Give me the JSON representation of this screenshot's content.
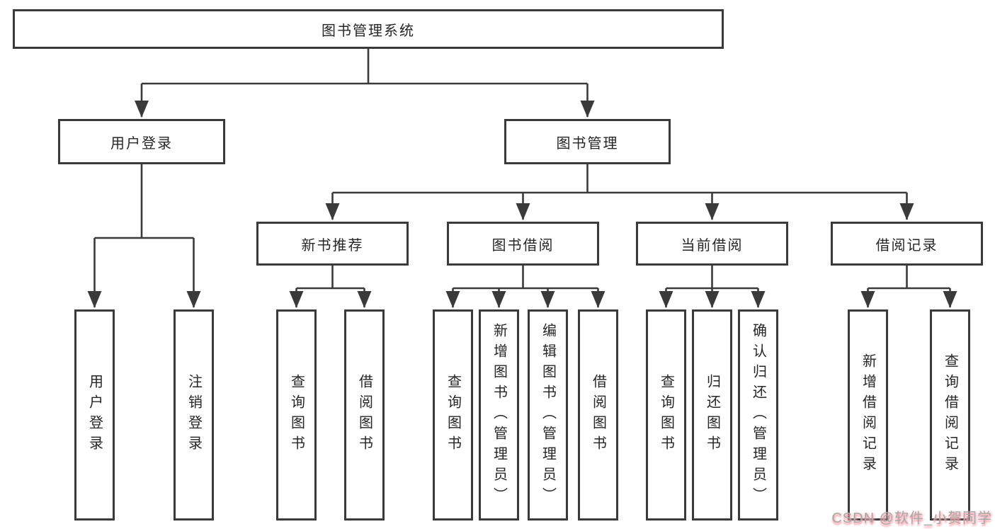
{
  "tree": {
    "label": "图书管理系统",
    "children": [
      {
        "label": "用户登录",
        "children": [
          {
            "label": "用户登录"
          },
          {
            "label": "注销登录"
          }
        ]
      },
      {
        "label": "图书管理",
        "children": [
          {
            "label": "新书推荐",
            "children": [
              {
                "label": "查询图书"
              },
              {
                "label": "借阅图书"
              }
            ]
          },
          {
            "label": "图书借阅",
            "children": [
              {
                "label": "查询图书"
              },
              {
                "label": "新增图书（管理员）"
              },
              {
                "label": "编辑图书（管理员）"
              },
              {
                "label": "借阅图书"
              }
            ]
          },
          {
            "label": "当前借阅",
            "children": [
              {
                "label": "查询图书"
              },
              {
                "label": "归还图书"
              },
              {
                "label": "确认归还（管理员）"
              }
            ]
          },
          {
            "label": "借阅记录",
            "children": [
              {
                "label": "新增借阅记录"
              },
              {
                "label": "查询借阅记录"
              }
            ]
          }
        ]
      }
    ]
  },
  "watermark": {
    "text": "CSDN @软件_小贺同学"
  },
  "colors": {
    "line": "#3a3a3a",
    "text": "#262626",
    "background": "#ffffff",
    "watermark_text": "#a8a8a8",
    "watermark_shadow": "#f7a3ab"
  }
}
